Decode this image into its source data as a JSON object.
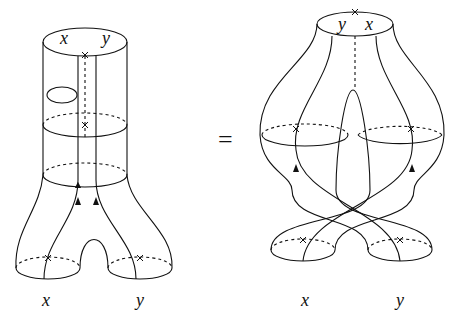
{
  "diagram": {
    "labels": [
      "x",
      "y",
      "x",
      "y",
      "=",
      "y",
      "x",
      "x",
      "y"
    ]
  }
}
